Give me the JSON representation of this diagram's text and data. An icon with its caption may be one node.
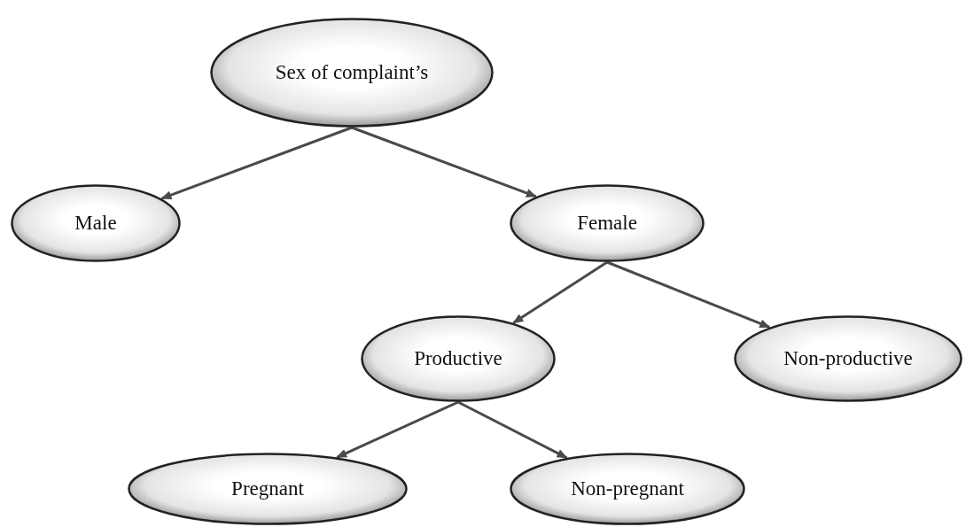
{
  "diagram": {
    "nodes": [
      {
        "text": [
          "Sex of complaint’s"
        ]
      },
      {
        "text": [
          "Male"
        ]
      },
      {
        "text": [
          "Female"
        ]
      },
      {
        "text": [
          "Productive"
        ]
      },
      {
        "text": [
          "Non-productive"
        ]
      },
      {
        "text": [
          "Pregnant"
        ]
      },
      {
        "text": [
          "Non-pregnant"
        ]
      }
    ],
    "edges": [
      {
        "from": 0,
        "to": 1,
        "arrow": "to"
      },
      {
        "from": 0,
        "to": 2,
        "arrow": "to"
      },
      {
        "from": 2,
        "to": 3,
        "arrow": "to"
      },
      {
        "from": 2,
        "to": 4,
        "arrow": "to"
      },
      {
        "from": 3,
        "to": 5,
        "arrow": "to"
      },
      {
        "from": 3,
        "to": 6,
        "arrow": "to"
      }
    ]
  }
}
